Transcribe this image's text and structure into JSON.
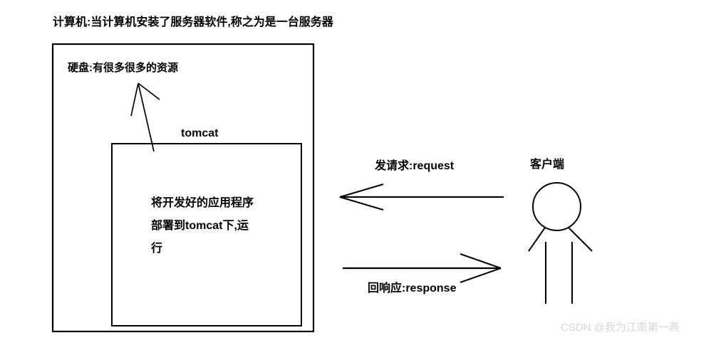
{
  "diagram": {
    "title": "计算机:当计算机安装了服务器软件,称之为是一台服务器",
    "server_box": {
      "disk_label": "硬盘:有很多很多的资源",
      "tomcat_label": "tomcat",
      "deploy_lines": [
        "将开发好的应用程序",
        "部署到tomcat下,运",
        "行"
      ]
    },
    "arrows": {
      "request_label": "发请求:request",
      "response_label": "回响应:response"
    },
    "client": {
      "label": "客户端"
    },
    "watermark": "CSDN @我为江南第一燕",
    "colors": {
      "stroke": "#000000",
      "background": "#ffffff",
      "text": "#000000",
      "watermark": "#d6d6d6"
    }
  }
}
